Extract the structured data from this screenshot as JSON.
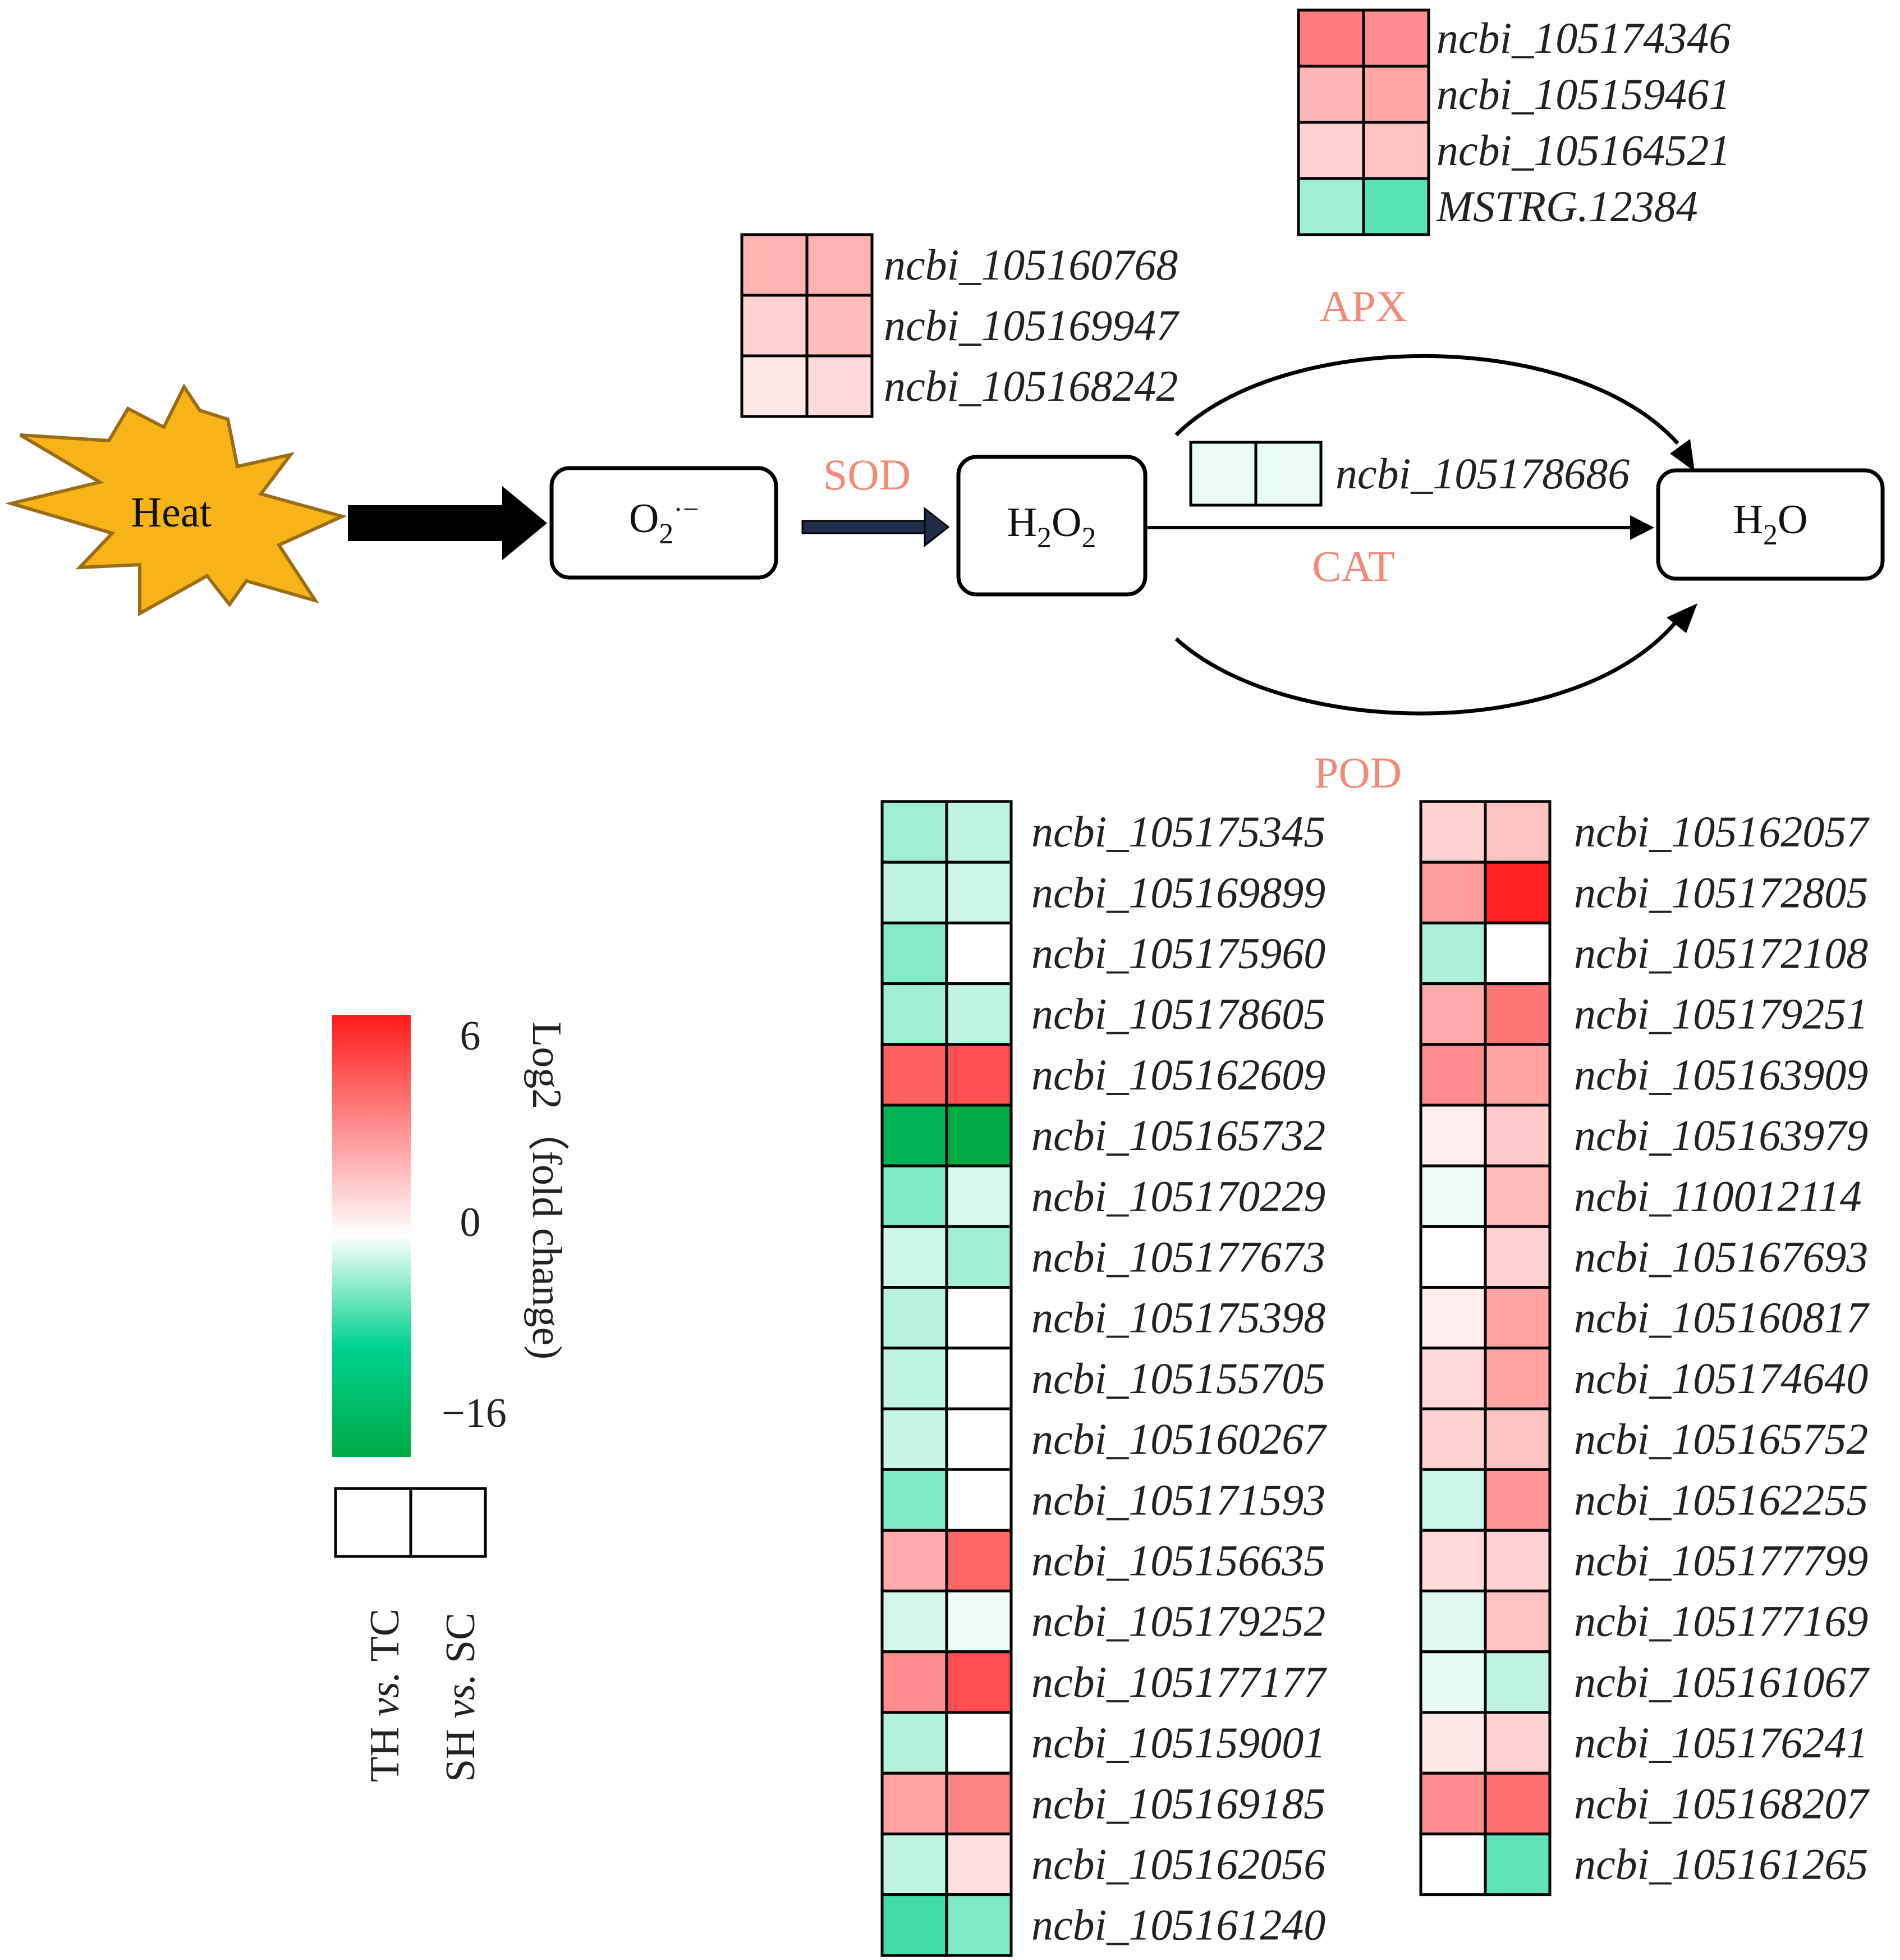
{
  "stress": {
    "label": "Heat"
  },
  "nodes": {
    "superoxide": {
      "main": "O",
      "sub": "2",
      "sup": "·−"
    },
    "h2o2": {
      "main1": "H",
      "sub1": "2",
      "main2": "O",
      "sub2": "2"
    },
    "water": {
      "main1": "H",
      "sub1": "2",
      "main2": "O"
    }
  },
  "enzymes": {
    "sod": "SOD",
    "apx": "APX",
    "cat": "CAT",
    "pod": "POD"
  },
  "legend": {
    "title": "Log2（fold change)",
    "max_label": "6",
    "mid_label": "0",
    "min_label": "−16",
    "max": 6,
    "min": -16,
    "colors": {
      "high": "#ff1a1a",
      "mid": "#ffffff",
      "low": "#00d28f",
      "lowest": "#00aa44"
    },
    "col1": {
      "a": "TH",
      "b": "vs.",
      "c": "TC"
    },
    "col2": {
      "a": "SH",
      "b": "vs.",
      "c": "SC"
    }
  },
  "heatmaps": {
    "apx": [
      {
        "gene": "ncbi_105174346",
        "values": [
          3.4,
          3.0
        ]
      },
      {
        "gene": "ncbi_105159461",
        "values": [
          1.9,
          2.3
        ]
      },
      {
        "gene": "ncbi_105164521",
        "values": [
          1.2,
          1.6
        ]
      },
      {
        "gene": "MSTRG.12384",
        "values": [
          -3.0,
          -5.2
        ]
      }
    ],
    "sod": [
      {
        "gene": "ncbi_105160768",
        "values": [
          2.0,
          2.0
        ]
      },
      {
        "gene": "ncbi_105169947",
        "values": [
          1.2,
          1.7
        ]
      },
      {
        "gene": "ncbi_105168242",
        "values": [
          0.6,
          1.0
        ]
      }
    ],
    "cat": [
      {
        "gene": "ncbi_105178686",
        "values": [
          -0.7,
          -0.7
        ]
      }
    ],
    "pod_left": [
      {
        "gene": "ncbi_105175345",
        "values": [
          -3.0,
          -2.0
        ]
      },
      {
        "gene": "ncbi_105169899",
        "values": [
          -2.0,
          -1.6
        ]
      },
      {
        "gene": "ncbi_105175960",
        "values": [
          -3.8,
          0
        ]
      },
      {
        "gene": "ncbi_105178605",
        "values": [
          -3.0,
          -2.0
        ]
      },
      {
        "gene": "ncbi_105162609",
        "values": [
          4.2,
          4.6
        ]
      },
      {
        "gene": "ncbi_105165732",
        "values": [
          -14.0,
          -16.0
        ]
      },
      {
        "gene": "ncbi_105170229",
        "values": [
          -4.0,
          -1.2
        ]
      },
      {
        "gene": "ncbi_105177673",
        "values": [
          -1.6,
          -3.0
        ]
      },
      {
        "gene": "ncbi_105175398",
        "values": [
          -2.2,
          0
        ]
      },
      {
        "gene": "ncbi_105155705",
        "values": [
          -2.0,
          0
        ]
      },
      {
        "gene": "ncbi_105160267",
        "values": [
          -1.8,
          0
        ]
      },
      {
        "gene": "ncbi_105171593",
        "values": [
          -4.0,
          0
        ]
      },
      {
        "gene": "ncbi_105156635",
        "values": [
          2.2,
          4.0
        ]
      },
      {
        "gene": "ncbi_105179252",
        "values": [
          -1.4,
          -0.6
        ]
      },
      {
        "gene": "ncbi_105177177",
        "values": [
          3.0,
          4.6
        ]
      },
      {
        "gene": "ncbi_105159001",
        "values": [
          -2.4,
          0
        ]
      },
      {
        "gene": "ncbi_105169185",
        "values": [
          2.4,
          3.2
        ]
      },
      {
        "gene": "ncbi_105162056",
        "values": [
          -2.0,
          0.8
        ]
      },
      {
        "gene": "ncbi_105161240",
        "values": [
          -6.0,
          -4.0
        ]
      }
    ],
    "pod_right": [
      {
        "gene": "ncbi_105162057",
        "values": [
          1.2,
          1.6
        ]
      },
      {
        "gene": "ncbi_105172805",
        "values": [
          2.6,
          5.8
        ]
      },
      {
        "gene": "ncbi_105172108",
        "values": [
          -2.6,
          0
        ]
      },
      {
        "gene": "ncbi_105179251",
        "values": [
          2.2,
          3.6
        ]
      },
      {
        "gene": "ncbi_105163909",
        "values": [
          3.0,
          2.4
        ]
      },
      {
        "gene": "ncbi_105163979",
        "values": [
          0.5,
          1.4
        ]
      },
      {
        "gene": "ncbi_110012114",
        "values": [
          -0.6,
          1.8
        ]
      },
      {
        "gene": "ncbi_105167693",
        "values": [
          0,
          1.2
        ]
      },
      {
        "gene": "ncbi_105160817",
        "values": [
          0.5,
          2.4
        ]
      },
      {
        "gene": "ncbi_105174640",
        "values": [
          1.0,
          2.4
        ]
      },
      {
        "gene": "ncbi_105165752",
        "values": [
          1.2,
          1.6
        ]
      },
      {
        "gene": "ncbi_105162255",
        "values": [
          -1.6,
          2.8
        ]
      },
      {
        "gene": "ncbi_105177799",
        "values": [
          1.0,
          1.2
        ]
      },
      {
        "gene": "ncbi_105177169",
        "values": [
          -1.0,
          1.6
        ]
      },
      {
        "gene": "ncbi_105161067",
        "values": [
          -0.8,
          -2.0
        ]
      },
      {
        "gene": "ncbi_105176241",
        "values": [
          0.6,
          1.2
        ]
      },
      {
        "gene": "ncbi_105168207",
        "values": [
          3.0,
          3.8
        ]
      },
      {
        "gene": "ncbi_105161265",
        "values": [
          0,
          -5.0
        ]
      }
    ]
  }
}
